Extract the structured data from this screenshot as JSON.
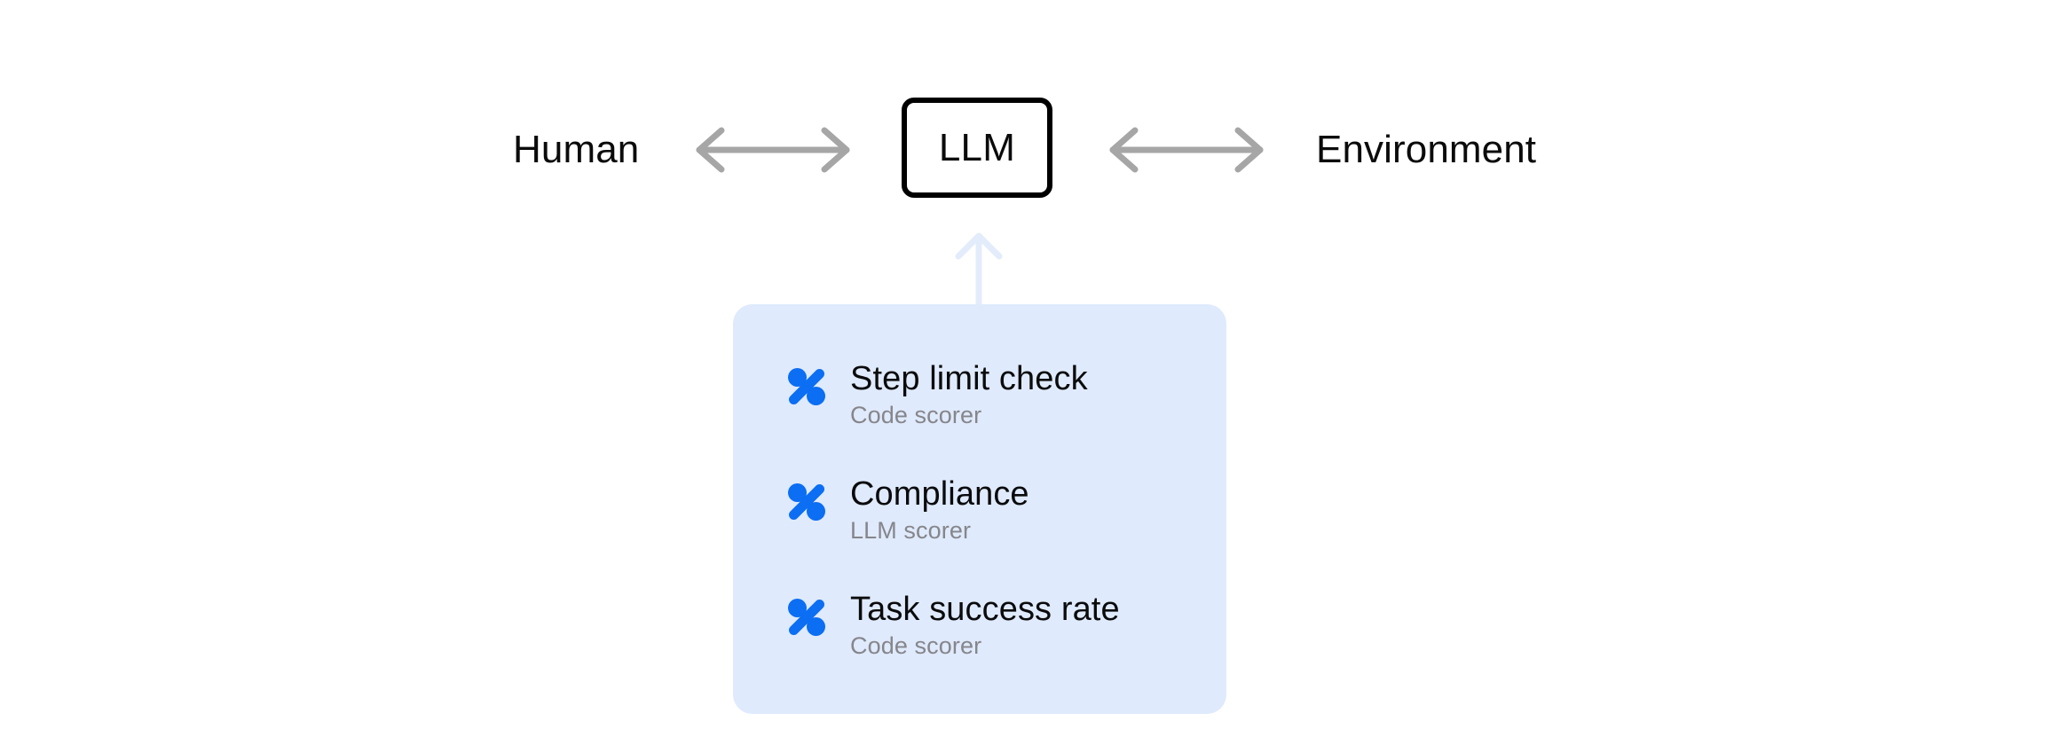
{
  "diagram": {
    "left_node": {
      "label": "Human",
      "icon": "text-node"
    },
    "center_node": {
      "label": "LLM",
      "icon": "rounded-box-node"
    },
    "right_node": {
      "label": "Environment",
      "icon": "text-node"
    },
    "connectors": [
      {
        "name": "human-llm",
        "icon": "double-headed-horizontal-arrow",
        "color": "#a6a6a6"
      },
      {
        "name": "llm-environment",
        "icon": "double-headed-horizontal-arrow",
        "color": "#a6a6a6"
      },
      {
        "name": "scorers-llm",
        "icon": "up-arrow",
        "color": "#e3ecfb"
      }
    ]
  },
  "scorer_panel": {
    "background_color": "#dfeafc",
    "accent_color": "#0b6ef3",
    "subtitle_color": "#86868b",
    "items": [
      {
        "icon": "percent-scorer-icon",
        "title": "Step limit check",
        "subtitle": "Code scorer"
      },
      {
        "icon": "percent-scorer-icon",
        "title": "Compliance",
        "subtitle": "LLM scorer"
      },
      {
        "icon": "percent-scorer-icon",
        "title": "Task success rate",
        "subtitle": "Code scorer"
      }
    ]
  }
}
